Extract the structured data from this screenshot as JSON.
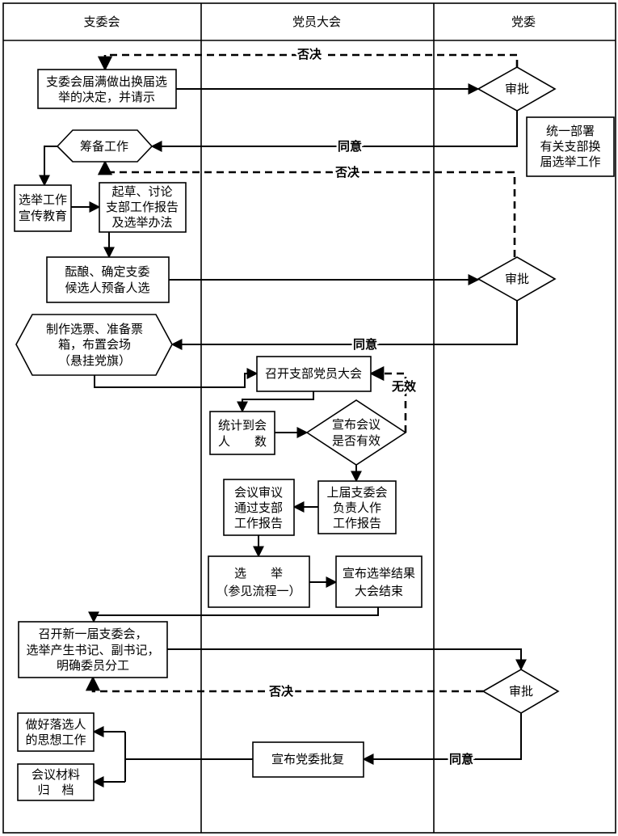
{
  "lanes": {
    "branch_committee": "支委会",
    "member_assembly": "党员大会",
    "party_committee": "党委"
  },
  "nodes": {
    "decide_request": [
      "支委会届满做出换届选",
      "举的决定，并请示"
    ],
    "approve_1": [
      "审批"
    ],
    "unified_deploy": [
      "统一部署",
      "有关支部换",
      "届选举工作"
    ],
    "prepare_work": [
      "筹备工作"
    ],
    "publicity": [
      "选举工作",
      "宣传教育"
    ],
    "draft_report": [
      "起草、讨论",
      "支部工作报告",
      "及选举办法"
    ],
    "candidates": [
      "酝酿、确定支委",
      "候选人预备人选"
    ],
    "approve_2": [
      "审批"
    ],
    "ballots": [
      "制作选票、准备票",
      "箱，布置会场",
      "（悬挂党旗）"
    ],
    "convene": [
      "召开支部党员大会"
    ],
    "count": [
      "统计到会",
      "人　　数"
    ],
    "validity": [
      "宣布会议",
      "是否有效"
    ],
    "prev_report": [
      "上届支委会",
      "负责人作",
      "工作报告"
    ],
    "review": [
      "会议审议",
      "通过支部",
      "工作报告"
    ],
    "election": [
      "选　　举",
      "（参见流程一）"
    ],
    "announce_result": [
      "宣布选举结果",
      "大会结束"
    ],
    "new_committee": [
      "召开新一届支委会，",
      "选举产生书记、副书记，",
      "明确委员分工"
    ],
    "approve_3": [
      "审批"
    ],
    "announce_reply": [
      "宣布党委批复"
    ],
    "unsuccessful": [
      "做好落选人",
      "的思想工作"
    ],
    "archive": [
      "会议材料",
      "归　档"
    ]
  },
  "edges": {
    "reject_1": "否决",
    "agree_1": "同意",
    "reject_2": "否决",
    "agree_2": "同意",
    "invalid": "无效",
    "reject_3": "否决",
    "agree_3": "同意"
  }
}
